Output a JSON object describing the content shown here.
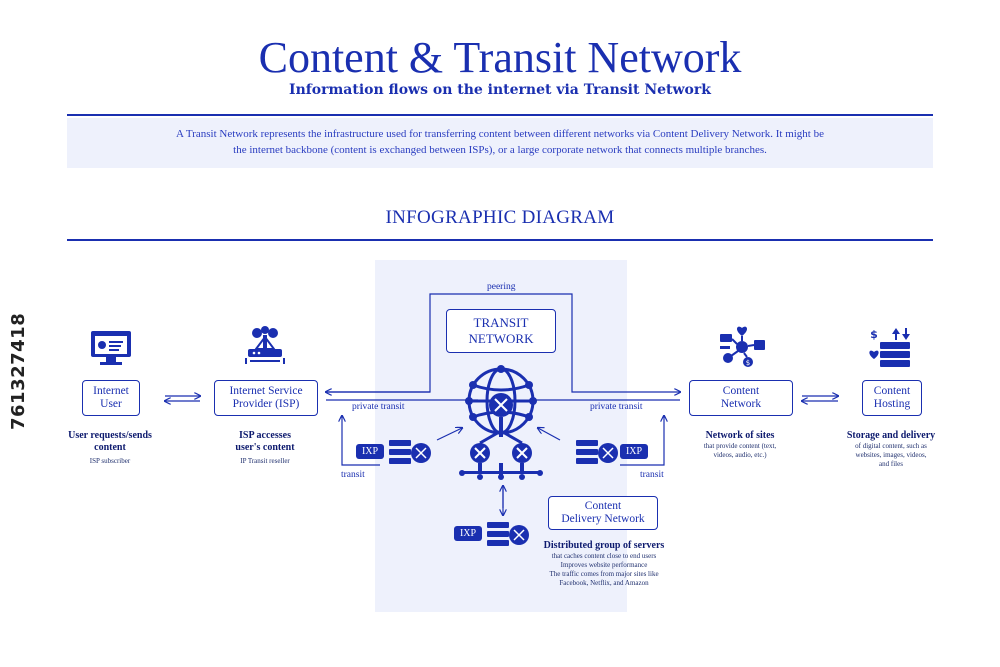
{
  "header": {
    "title": "Content & Transit Network",
    "subtitle": "Information flows on the internet via Transit Network",
    "description_line1": "A Transit Network represents the infrastructure used for transferring content between different networks via Content Delivery Network. It might be",
    "description_line2": "the internet backbone (content is exchanged between ISPs), or a large corporate network that connects multiple branches.",
    "section": "INFOGRAPHIC DIAGRAM"
  },
  "nodes": {
    "internet_user": {
      "line1": "Internet",
      "line2": "User",
      "caption1": "User requests/sends",
      "caption2": "content",
      "detail": "ISP subscriber"
    },
    "isp": {
      "line1": "Internet Service",
      "line2": "Provider (ISP)",
      "caption1": "ISP accesses",
      "caption2": "user's content",
      "detail": "IP Transit reseller"
    },
    "transit": {
      "line1": "TRANSIT",
      "line2": "NETWORK"
    },
    "content_network": {
      "line1": "Content",
      "line2": "Network",
      "caption": "Network of sites",
      "detail1": "that provide content (text,",
      "detail2": "videos, audio, etc.)"
    },
    "content_hosting": {
      "line1": "Content",
      "line2": "Hosting",
      "caption": "Storage and delivery",
      "detail1": "of digital content, such as",
      "detail2": "websites, images, videos,",
      "detail3": "and files"
    },
    "cdn": {
      "line1": "Content",
      "line2": "Delivery Network",
      "caption": "Distributed group of servers",
      "detail1": "that caches content close to end users",
      "detail2": "Improves website performance",
      "detail3": "The traffic comes from major sites like",
      "detail4": "Facebook, Netflix, and Amazon"
    }
  },
  "labels": {
    "peering": "peering",
    "private_transit_left": "private transit",
    "private_transit_right": "private transit",
    "transit_left": "transit",
    "transit_right": "transit",
    "ixp_left": "IXP",
    "ixp_right": "IXP",
    "ixp_bottom": "IXP"
  },
  "icons": [
    "monitor-user-icon",
    "isp-router-icon",
    "globe-network-icon",
    "server-switch-icon",
    "content-network-icon",
    "content-hosting-icon"
  ],
  "watermark": "761327418",
  "colors": {
    "primary": "#1a2fb0",
    "panel": "#eef1fc"
  }
}
